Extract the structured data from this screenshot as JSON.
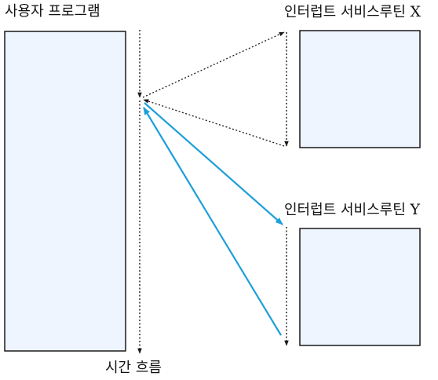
{
  "labels": {
    "user_program": "사용자 프로그램",
    "isr_x_prefix": "인터럽트 서비스루틴",
    "isr_x_suffix": "X",
    "isr_y_prefix": "인터럽트 서비스루틴",
    "isr_y_suffix": "Y",
    "time_flow": "시간 흐름"
  },
  "colors": {
    "box_fill": "#eef5fe",
    "box_stroke": "#1a1a1a",
    "dotted": "#1a1a1a",
    "blue_arrow": "#1e9fd9"
  }
}
